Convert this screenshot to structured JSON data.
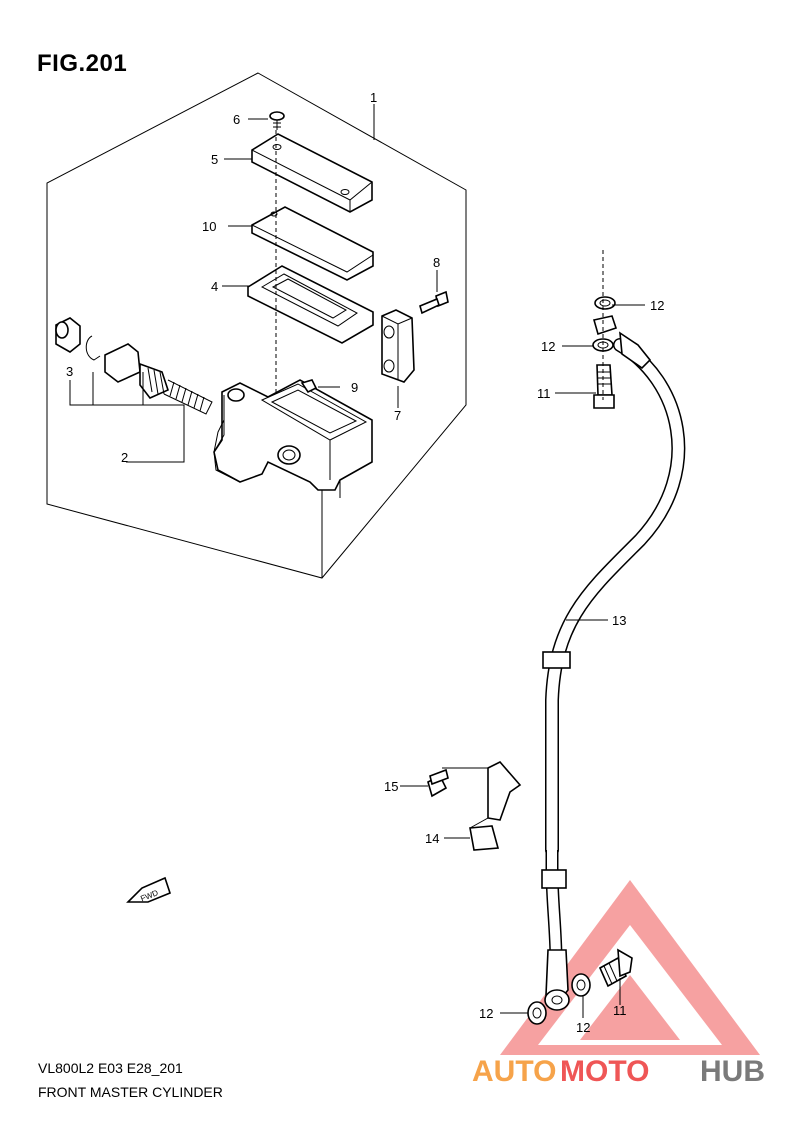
{
  "figure": {
    "title": "FIG.201",
    "model_code": "VL800L2 E03 E28_201",
    "name": "FRONT MASTER CYLINDER"
  },
  "callouts": {
    "c1": "1",
    "c2": "2",
    "c3": "3",
    "c4": "4",
    "c5": "5",
    "c6": "6",
    "c7": "7",
    "c8": "8",
    "c9": "9",
    "c10": "10",
    "c11a": "11",
    "c11b": "11",
    "c12a": "12",
    "c12b": "12",
    "c12c": "12",
    "c12d": "12",
    "c13": "13",
    "c14": "14",
    "c15": "15"
  },
  "fwd_arrow": {
    "label": "FWD",
    "icon": "forward-arrow-icon"
  },
  "watermark": {
    "part1": "AUTO",
    "part2": "MOTO",
    "part3": "HUB",
    "colors": {
      "auto": "#f6a34a",
      "moto": "#ef5656",
      "hub": "#7a7a7a",
      "triangle": "#ef5656"
    }
  }
}
